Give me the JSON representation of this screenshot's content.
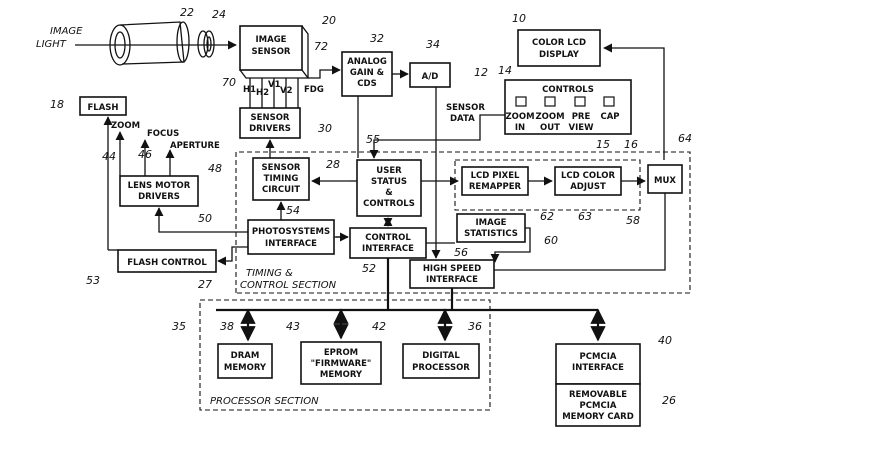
{
  "diagram": {
    "inputs": {
      "image_light": [
        "IMAGE",
        "LIGHT"
      ],
      "sensor_data": [
        "SENSOR",
        "DATA"
      ]
    },
    "blocks": {
      "image_sensor": [
        "IMAGE",
        "SENSOR"
      ],
      "analog_gain": [
        "ANALOG",
        "GAIN &",
        "CDS"
      ],
      "ad": [
        "A/D"
      ],
      "color_lcd": [
        "COLOR LCD",
        "DISPLAY"
      ],
      "flash": [
        "FLASH"
      ],
      "sensor_drivers": [
        "SENSOR",
        "DRIVERS"
      ],
      "controls": [
        "CONTROLS"
      ],
      "lens_motor": [
        "LENS MOTOR",
        "DRIVERS"
      ],
      "timing_circuit": [
        "SENSOR",
        "TIMING",
        "CIRCUIT"
      ],
      "user_status": [
        "USER",
        "STATUS",
        "&",
        "CONTROLS"
      ],
      "lcd_remapper": [
        "LCD PIXEL",
        "REMAPPER"
      ],
      "lcd_color": [
        "LCD COLOR",
        "ADJUST"
      ],
      "mux": [
        "MUX"
      ],
      "photosystems": [
        "PHOTOSYSTEMS",
        "INTERFACE"
      ],
      "control_interface": [
        "CONTROL",
        "INTERFACE"
      ],
      "image_stats": [
        "IMAGE",
        "STATISTICS"
      ],
      "flash_control": [
        "FLASH CONTROL"
      ],
      "high_speed": [
        "HIGH SPEED",
        "INTERFACE"
      ],
      "dram": [
        "DRAM",
        "MEMORY"
      ],
      "eprom": [
        "EPROM",
        "\"FIRMWARE\"",
        "MEMORY"
      ],
      "digital_processor": [
        "DIGITAL",
        "PROCESSOR"
      ],
      "pcmcia_interface": [
        "PCMCIA",
        "INTERFACE"
      ],
      "pcmcia_card": [
        "REMOVABLE",
        "PCMCIA",
        "MEMORY CARD"
      ]
    },
    "control_buttons": [
      [
        "ZOOM",
        "IN"
      ],
      [
        "ZOOM",
        "OUT"
      ],
      [
        "PRE",
        "VIEW"
      ],
      [
        "CAP"
      ]
    ],
    "sensor_signals": [
      "H1",
      "H2",
      "V1",
      "V2",
      "FDG"
    ],
    "lens_signals": [
      "ZOOM",
      "FOCUS",
      "APERTURE"
    ],
    "section_labels": {
      "timing": [
        "TIMING &",
        "CONTROL SECTION"
      ],
      "processor": "PROCESSOR SECTION"
    },
    "reference_numbers": {
      "n22": "22",
      "n24": "24",
      "n20": "20",
      "n72": "72",
      "n70": "70",
      "n32": "32",
      "n34": "34",
      "n10": "10",
      "n12": "12",
      "n14": "14",
      "n15": "15",
      "n16": "16",
      "n18": "18",
      "n44": "44",
      "n46": "46",
      "n48": "48",
      "n50": "50",
      "n30": "30",
      "n28": "28",
      "n55": "55",
      "n64": "64",
      "n62": "62",
      "n63": "63",
      "n58": "58",
      "n54": "54",
      "n60": "60",
      "n56": "56",
      "n53": "53",
      "n52": "52",
      "n27": "27",
      "n35": "35",
      "n38": "38",
      "n43": "43",
      "n42": "42",
      "n36": "36",
      "n40": "40",
      "n26": "26"
    }
  }
}
